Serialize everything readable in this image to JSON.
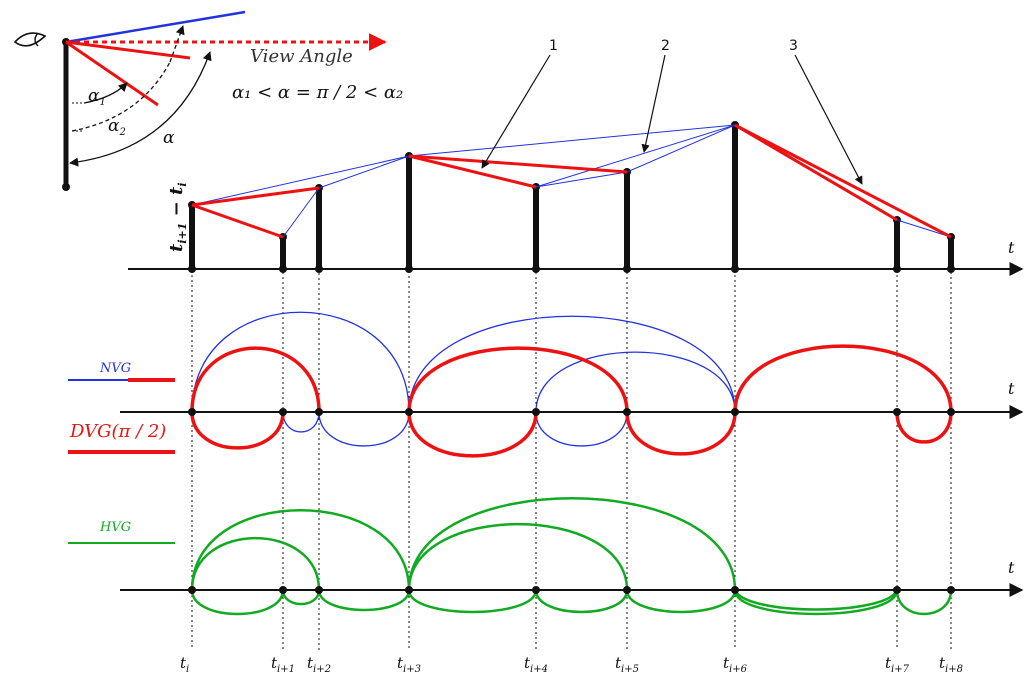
{
  "inset": {
    "view_angle_label": "View Angle",
    "formula": "α₁ < α = π / 2 < α₂",
    "alpha1": "α",
    "alpha1_sub": "1",
    "alpha2": "α",
    "alpha2_sub": "2",
    "alpha": "α"
  },
  "top_panel": {
    "ylabel": "t",
    "ylabel_sub1": "i+1",
    "ylabel_sub2": "i",
    "axis_label": "t",
    "callouts": [
      "1",
      "2",
      "3"
    ]
  },
  "middle_panel": {
    "axis_label": "t",
    "legend_nvg": "NVG",
    "legend_dvg": "DVG(π / 2)",
    "color_nvg": "#2233dd",
    "color_dvg": "#ee1111"
  },
  "bottom_panel": {
    "axis_label": "t",
    "legend_hvg": "HVG",
    "color_hvg": "#11aa22"
  },
  "time_points": [
    {
      "main": "t",
      "sub": "i"
    },
    {
      "main": "t",
      "sub": "i+1"
    },
    {
      "main": "t",
      "sub": "i+2"
    },
    {
      "main": "t",
      "sub": "i+3"
    },
    {
      "main": "t",
      "sub": "i+4"
    },
    {
      "main": "t",
      "sub": "i+5"
    },
    {
      "main": "t",
      "sub": "i+6"
    },
    {
      "main": "t",
      "sub": "i+7"
    },
    {
      "main": "t",
      "sub": "i+8"
    }
  ],
  "series_values": [
    64,
    32,
    81,
    113,
    82,
    97,
    144,
    49,
    32
  ]
}
